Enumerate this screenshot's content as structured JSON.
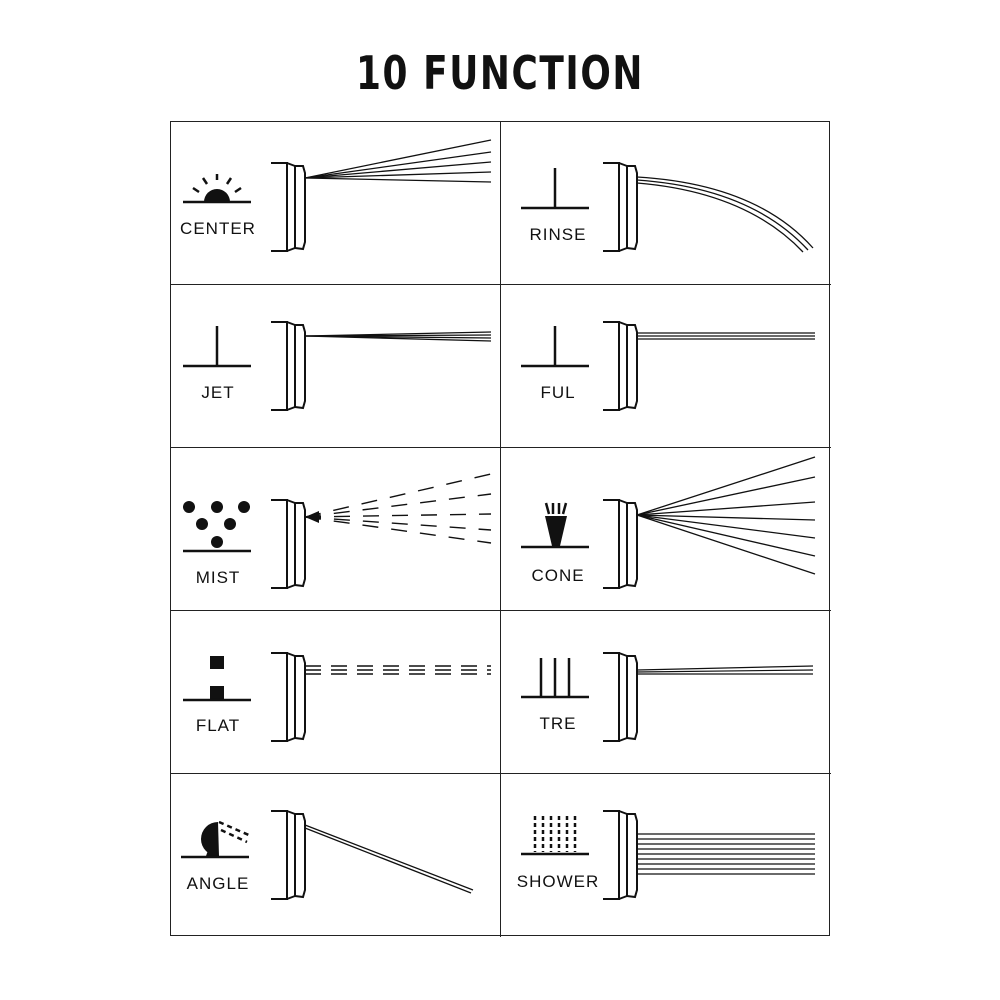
{
  "title": "10 FUNCTION",
  "functions": [
    {
      "label": "CENTER",
      "symbol": "sun-symbol-icon",
      "spray": "fan-narrow"
    },
    {
      "label": "RINSE",
      "symbol": "single-stem-icon",
      "spray": "arc-stream"
    },
    {
      "label": "JET",
      "symbol": "single-stem-icon",
      "spray": "tight-jet"
    },
    {
      "label": "FUL",
      "symbol": "single-stem-icon",
      "spray": "parallel-stream"
    },
    {
      "label": "MIST",
      "symbol": "dots-symbol-icon",
      "spray": "dashed-fan"
    },
    {
      "label": "CONE",
      "symbol": "cone-symbol-icon",
      "spray": "wide-fan"
    },
    {
      "label": "FLAT",
      "symbol": "flat-symbol-icon",
      "spray": "dashed-flat"
    },
    {
      "label": "TRE",
      "symbol": "triple-stem-icon",
      "spray": "thin-streams"
    },
    {
      "label": "ANGLE",
      "symbol": "angle-symbol-icon",
      "spray": "angled-stream"
    },
    {
      "label": "SHOWER",
      "symbol": "shower-symbol-icon",
      "spray": "shower-lines"
    }
  ]
}
